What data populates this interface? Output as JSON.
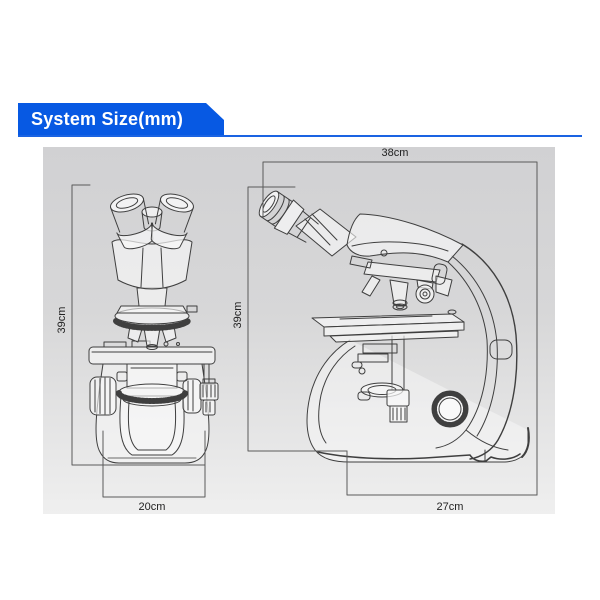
{
  "banner": {
    "title": "System Size(mm)",
    "background_color": "#0759e3",
    "text_color": "#ffffff"
  },
  "panel": {
    "background_top": "#d1d1d3",
    "background_bottom": "#efefef"
  },
  "diagram": {
    "type": "technical-dimension-drawing",
    "subject": "binocular compound microscope",
    "views": [
      {
        "view": "front",
        "height": "39cm",
        "base_width": "20cm"
      },
      {
        "view": "side",
        "depth": "38cm",
        "height": "39cm",
        "base_depth": "27cm"
      }
    ]
  },
  "labels": {
    "front_height": "39cm",
    "front_width": "20cm",
    "side_depth": "38cm",
    "side_height": "39cm",
    "side_width": "27cm"
  }
}
